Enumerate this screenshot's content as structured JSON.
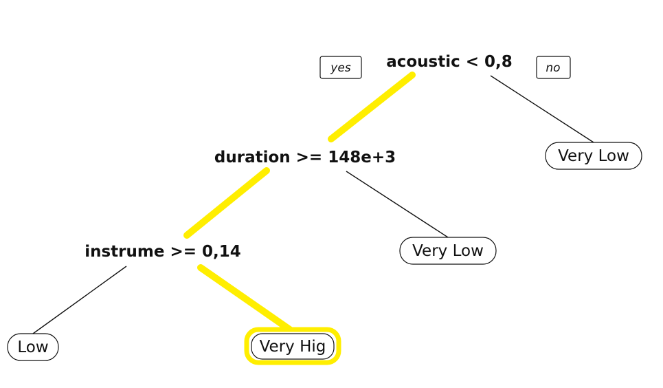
{
  "tree": {
    "branch_labels": {
      "yes": "yes",
      "no": "no"
    },
    "splits": [
      {
        "id": "root",
        "label": "acoustic < 0,8"
      },
      {
        "id": "duration",
        "label": "duration >= 148e+3"
      },
      {
        "id": "instrume",
        "label": "instrume >= 0,14"
      }
    ],
    "leaves": [
      {
        "id": "leaf-no-root",
        "label": "Very Low"
      },
      {
        "id": "leaf-no-duration",
        "label": "Very Low"
      },
      {
        "id": "leaf-yes-instrume",
        "label": "Low"
      },
      {
        "id": "leaf-no-instrume",
        "label": "Very Hig"
      }
    ],
    "highlight": {
      "color": "#ffee00",
      "path": [
        "root",
        "duration",
        "instrume",
        "leaf-no-instrume"
      ]
    }
  }
}
